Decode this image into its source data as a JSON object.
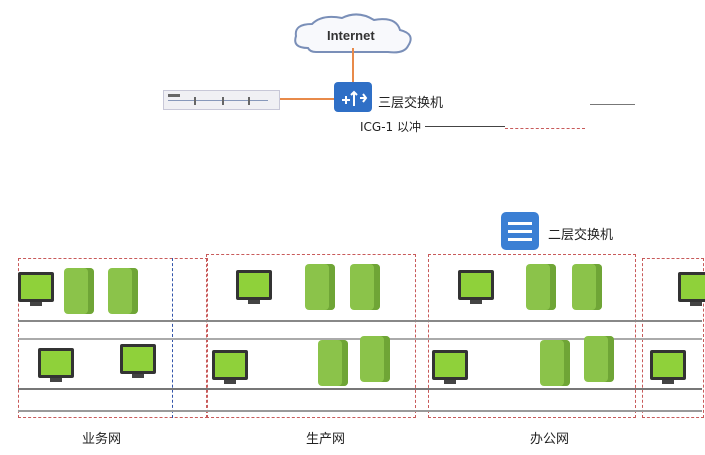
{
  "diagram": {
    "cloud_label": "Internet",
    "core_switch_label": "三层交换机",
    "core_switch_sub": "ICG-1 以冲",
    "access_switch_label": "二层交换机",
    "zones": [
      {
        "label": "业务网"
      },
      {
        "label": "生产网"
      },
      {
        "label": "办公网"
      }
    ],
    "colors": {
      "cloud_border": "#7a8fb8",
      "switch": "#2f6fc6",
      "uplink": "#e88a4a",
      "pc_screen": "#8fd13a",
      "server": "#8bc34a",
      "zone_border": "#c85a5a"
    },
    "icons": [
      "cloud-icon",
      "layer3-switch-icon",
      "layer2-switch-icon",
      "pc-icon",
      "server-icon",
      "rack-icon"
    ]
  }
}
